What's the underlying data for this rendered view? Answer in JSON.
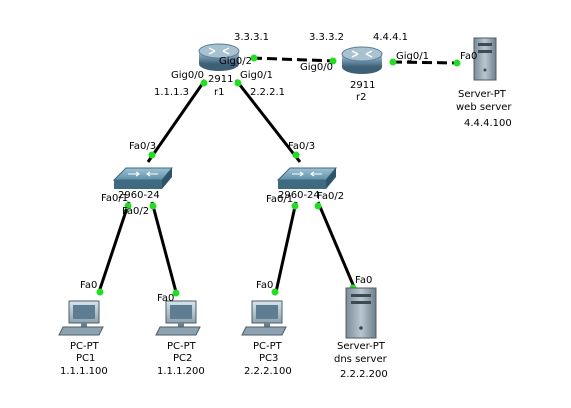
{
  "devices": {
    "r1": {
      "model": "2911",
      "name": "r1"
    },
    "r2": {
      "model": "2911",
      "name": "r2"
    },
    "switch_left": {
      "model": "2960-24"
    },
    "switch_right": {
      "model": "2960-24"
    },
    "web_server": {
      "type": "Server-PT",
      "name": "web server",
      "ip": "4.4.4.100"
    },
    "dns_server": {
      "type": "Server-PT",
      "name": "dns server",
      "ip": "2.2.2.200"
    },
    "pc1": {
      "type": "PC-PT",
      "name": "PC1",
      "ip": "1.1.1.100"
    },
    "pc2": {
      "type": "PC-PT",
      "name": "PC2",
      "ip": "1.1.1.200"
    },
    "pc3": {
      "type": "PC-PT",
      "name": "PC3",
      "ip": "2.2.2.100"
    }
  },
  "interfaces": {
    "r1_gig0_0": "Gig0/0",
    "r1_gig0_1": "Gig0/1",
    "r1_gig0_2": "Gig0/2",
    "r2_gig0_0": "Gig0/0",
    "r2_gig0_1": "Gig0/1",
    "web_fa0": "Fa0",
    "sw1_fa0_3": "Fa0/3",
    "sw1_fa0_1": "Fa0/1",
    "sw1_fa0_2": "Fa0/2",
    "sw2_fa0_3": "Fa0/3",
    "sw2_fa0_1": "Fa0/1",
    "sw2_fa0_2": "Fa0/2",
    "pc1_fa0": "Fa0",
    "pc2_fa0": "Fa0",
    "pc3_fa0": "Fa0",
    "dns_fa0": "Fa0"
  },
  "addresses": {
    "r1_gig0_2": "3.3.3.1",
    "r2_gig0_0": "3.3.3.2",
    "r2_gig0_1": "4.4.4.1",
    "r1_gig0_0": "1.1.1.3",
    "r1_gig0_1": "2.2.2.1"
  },
  "colors": {
    "link": "#000000",
    "port_up": "#22dd22",
    "router_body": "#6f93ad",
    "switch_body": "#5f8fa8",
    "server_body": "#9aaab6"
  }
}
